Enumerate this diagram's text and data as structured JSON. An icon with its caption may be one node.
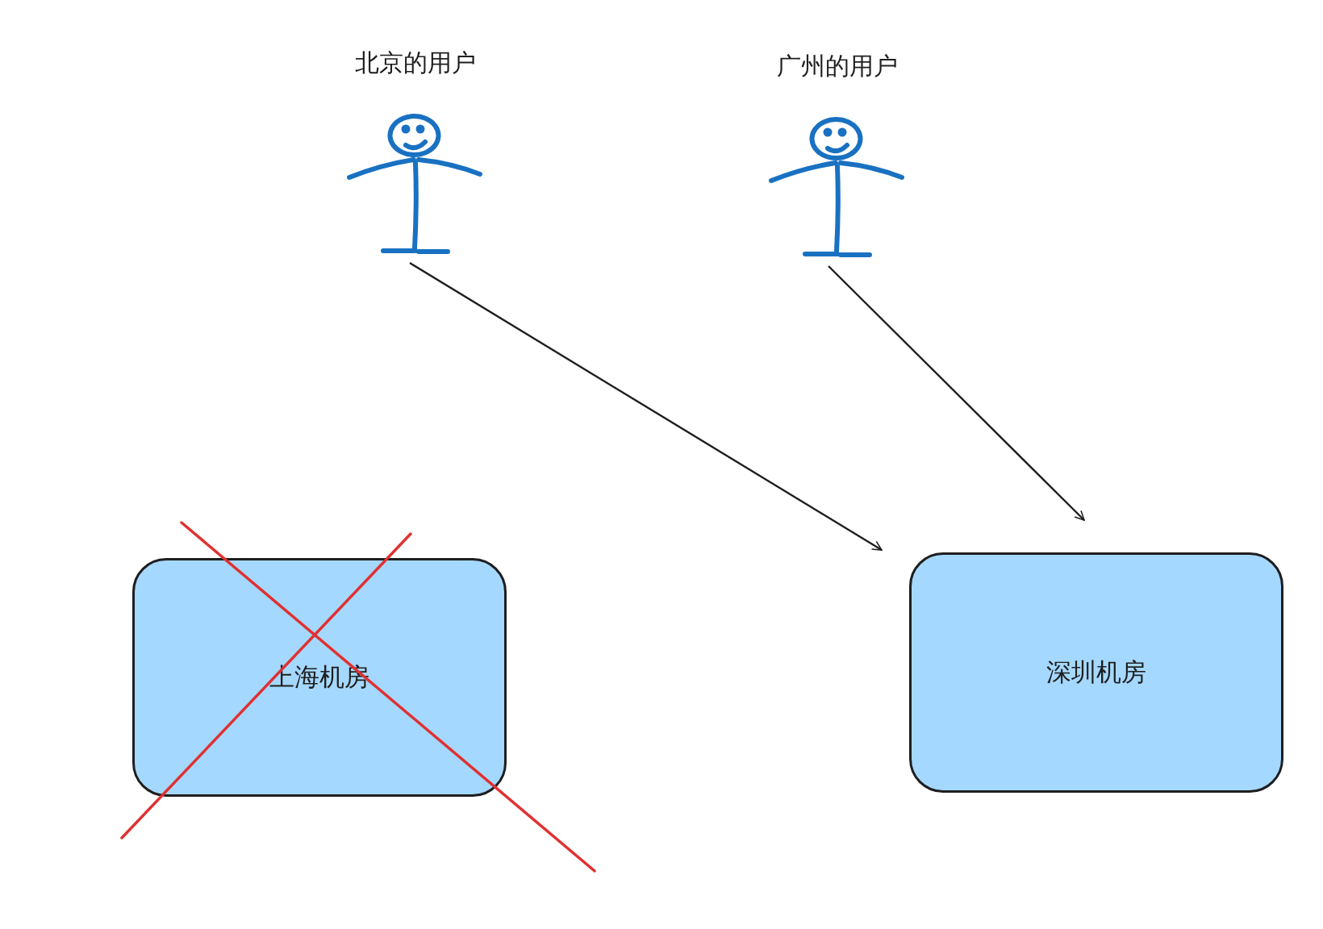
{
  "diagram": {
    "nodes": [
      {
        "text": [
          "北京的用户"
        ]
      },
      {
        "text": [
          "广州的用户"
        ]
      },
      {
        "text": [
          "上海机房"
        ]
      },
      {
        "text": [
          "深圳机房"
        ]
      }
    ],
    "edges": [
      {
        "from": 0,
        "to": 3,
        "arrow": "to"
      },
      {
        "from": 1,
        "to": 3,
        "arrow": "to"
      }
    ]
  }
}
